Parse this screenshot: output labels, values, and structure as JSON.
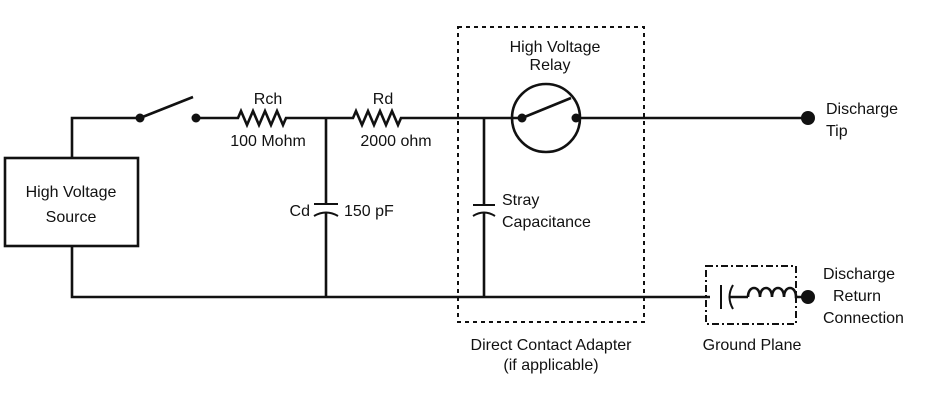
{
  "source": {
    "line1": "High Voltage",
    "line2": "Source"
  },
  "rch": {
    "name": "Rch",
    "value": "100 Mohm"
  },
  "rd": {
    "name": "Rd",
    "value": "2000 ohm"
  },
  "cd": {
    "name": "Cd",
    "value": "150 pF"
  },
  "stray": {
    "line1": "Stray",
    "line2": "Capacitance"
  },
  "relay": {
    "line1": "High Voltage",
    "line2": "Relay"
  },
  "discharge_tip": {
    "line1": "Discharge",
    "line2": "Tip"
  },
  "discharge_return": {
    "line1": "Discharge",
    "line2": "Return",
    "line3": "Connection"
  },
  "adapter": {
    "line1": "Direct Contact Adapter",
    "line2": "(if applicable)"
  },
  "ground_plane": {
    "label": "Ground Plane"
  }
}
